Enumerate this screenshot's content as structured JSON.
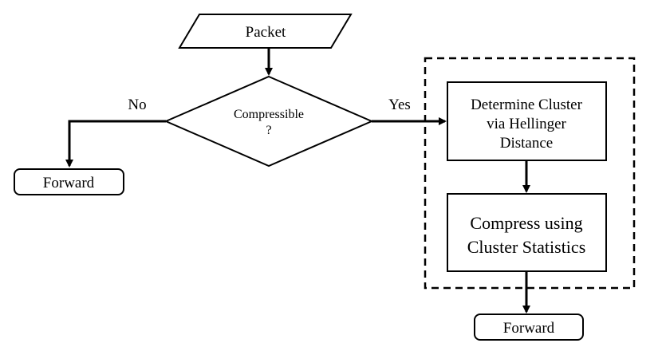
{
  "nodes": {
    "packet": "Packet",
    "decision_line1": "Compressible",
    "decision_line2": "?",
    "forward_left": "Forward",
    "determine_line1": "Determine Cluster",
    "determine_line2": "via Hellinger",
    "determine_line3": "Distance",
    "compress_line1": "Compress using",
    "compress_line2": "Cluster Statistics",
    "forward_bottom": "Forward"
  },
  "edges": {
    "no": "No",
    "yes": "Yes"
  }
}
